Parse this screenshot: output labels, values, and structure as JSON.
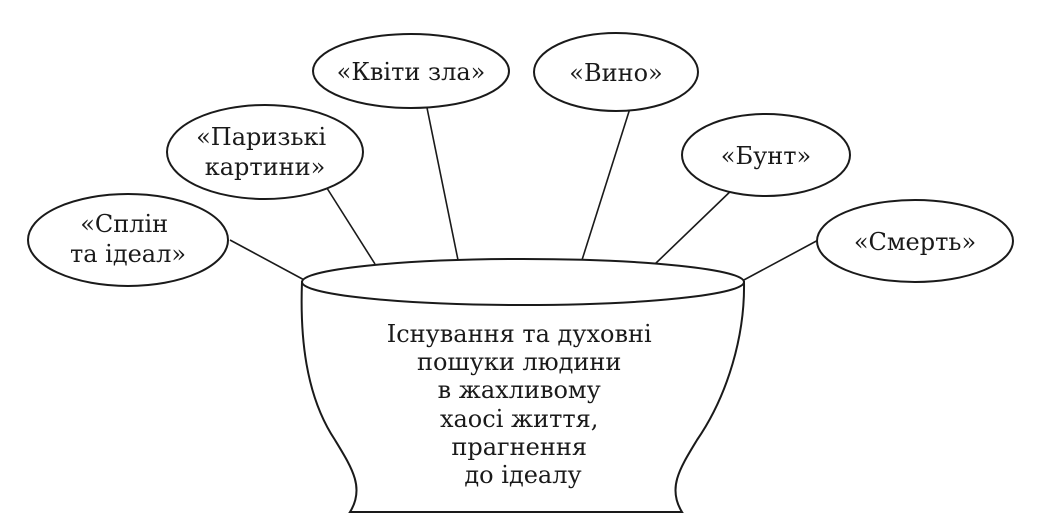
{
  "diagram": {
    "nodes": [
      {
        "id": "splin",
        "lines": [
          "«Сплін",
          "та ідеал»"
        ]
      },
      {
        "id": "paryzki",
        "lines": [
          "«Паризькі",
          "картини»"
        ]
      },
      {
        "id": "kvity",
        "lines": [
          "«Квіти зла»"
        ]
      },
      {
        "id": "vyno",
        "lines": [
          "«Вино»"
        ]
      },
      {
        "id": "bunt",
        "lines": [
          "«Бунт»"
        ]
      },
      {
        "id": "smert",
        "lines": [
          "«Смерть»"
        ]
      }
    ],
    "center": {
      "lines": [
        "Існування та духовні",
        "пошуки людини",
        "в жахливому",
        "хаосі життя,",
        "прагнення",
        "до ідеалу"
      ]
    },
    "colors": {
      "stroke": "#1a1a1a",
      "fill": "#ffffff",
      "text": "#1a1a1a"
    }
  }
}
